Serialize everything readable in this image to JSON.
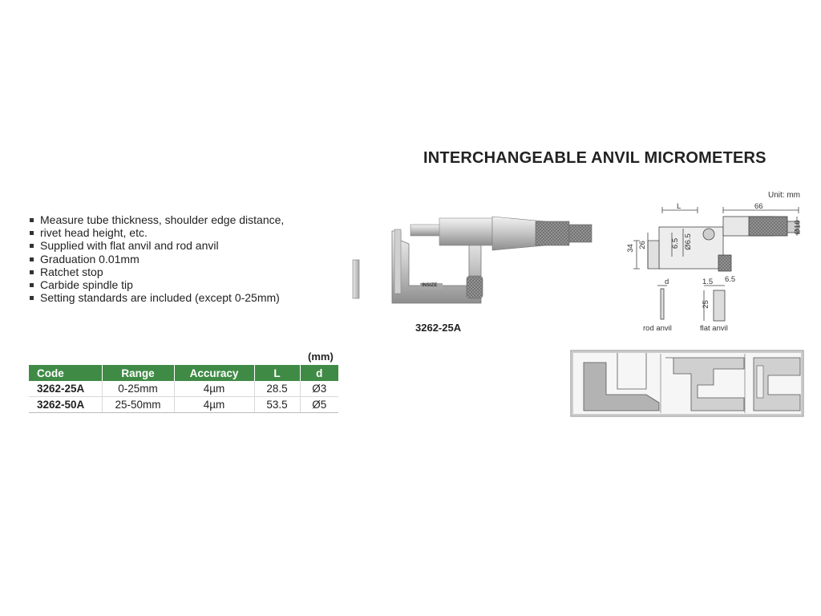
{
  "title": "INTERCHANGEABLE ANVIL MICROMETERS",
  "unit_note": "Unit: mm",
  "features": [
    "Measure tube thickness, shoulder edge distance,",
    "rivet head height, etc.",
    "Supplied with flat anvil and rod anvil",
    "Graduation 0.01mm",
    "Ratchet stop",
    "Carbide spindle tip",
    "Setting standards are included (except 0-25mm)"
  ],
  "product_model_label": "3262-25A",
  "brand_logo_text": "INSIZE",
  "table": {
    "unit": "(mm)",
    "headers": [
      "Code",
      "Range",
      "Accuracy",
      "L",
      "d"
    ],
    "rows": [
      [
        "3262-25A",
        "0-25mm",
        "4µm",
        "28.5",
        "Ø3"
      ],
      [
        "3262-50A",
        "25-50mm",
        "4µm",
        "53.5",
        "Ø5"
      ]
    ]
  },
  "drawing": {
    "dim_L": "L",
    "dim_66": "66",
    "dim_34": "34",
    "dim_26": "26",
    "dim_6_5": "6.5",
    "dim_d6_5": "Ø6.5",
    "dim_d18": "Ø18",
    "dim_d": "d",
    "dim_1_5": "1.5",
    "dim_6_5b": "6.5",
    "dim_25": "25",
    "rod_anvil": "rod anvil",
    "flat_anvil": "flat anvil"
  },
  "colors": {
    "table_header": "#3f8b46",
    "text": "#222222"
  }
}
